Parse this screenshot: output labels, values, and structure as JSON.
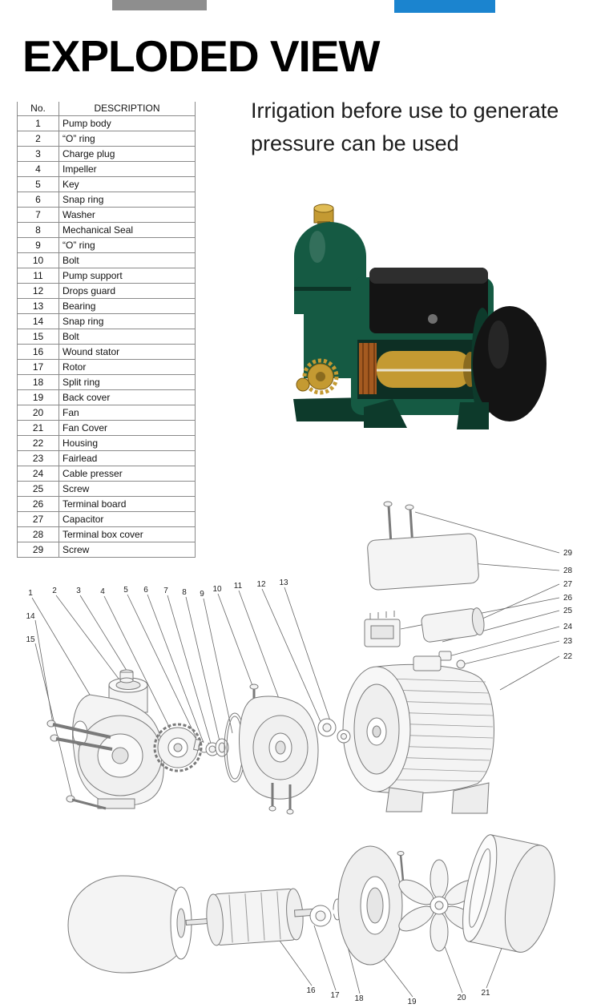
{
  "title": "EXPLODED VIEW",
  "intro": {
    "line1": "Irrigation before use to generate",
    "line2": "pressure can be used"
  },
  "parts_table": {
    "headers": {
      "no": "No.",
      "description": "DESCRIPTION"
    },
    "rows": [
      {
        "no": "1",
        "description": "Pump body"
      },
      {
        "no": "2",
        "description": "“O” ring"
      },
      {
        "no": "3",
        "description": "Charge plug"
      },
      {
        "no": "4",
        "description": "Impeller"
      },
      {
        "no": "5",
        "description": "Key"
      },
      {
        "no": "6",
        "description": "Snap ring"
      },
      {
        "no": "7",
        "description": "Washer"
      },
      {
        "no": "8",
        "description": "Mechanical Seal"
      },
      {
        "no": "9",
        "description": "“O” ring"
      },
      {
        "no": "10",
        "description": "Bolt"
      },
      {
        "no": "11",
        "description": "Pump support"
      },
      {
        "no": "12",
        "description": "Drops guard"
      },
      {
        "no": "13",
        "description": "Bearing"
      },
      {
        "no": "14",
        "description": "Snap ring"
      },
      {
        "no": "15",
        "description": "Bolt"
      },
      {
        "no": "16",
        "description": "Wound stator"
      },
      {
        "no": "17",
        "description": "Rotor"
      },
      {
        "no": "18",
        "description": "Split ring"
      },
      {
        "no": "19",
        "description": "Back cover"
      },
      {
        "no": "20",
        "description": "Fan"
      },
      {
        "no": "21",
        "description": "Fan Cover"
      },
      {
        "no": "22",
        "description": "Housing"
      },
      {
        "no": "23",
        "description": "Fairlead"
      },
      {
        "no": "24",
        "description": "Cable presser"
      },
      {
        "no": "25",
        "description": "Screw"
      },
      {
        "no": "26",
        "description": "Terminal board"
      },
      {
        "no": "27",
        "description": "Capacitor"
      },
      {
        "no": "28",
        "description": "Terminal box cover"
      },
      {
        "no": "29",
        "description": "Screw"
      }
    ]
  },
  "diagram": {
    "callouts_top": [
      "1",
      "2",
      "3",
      "4",
      "5",
      "6",
      "7",
      "8",
      "9",
      "10",
      "11",
      "12",
      "13"
    ],
    "callouts_left": [
      "14",
      "15"
    ],
    "callouts_right": [
      "29",
      "28",
      "27",
      "26",
      "25",
      "24",
      "23",
      "22"
    ],
    "callouts_bottom": [
      "16",
      "17",
      "18",
      "19",
      "20",
      "21"
    ]
  },
  "colors": {
    "banner_left": "#8e8e8e",
    "banner_right": "#1b84cf",
    "pump_green": "#155a43",
    "pump_green_dark": "#0d3a2b",
    "pump_black": "#141414",
    "brass": "#c49a32",
    "copper": "#a45a20",
    "line_gray": "#777777"
  }
}
